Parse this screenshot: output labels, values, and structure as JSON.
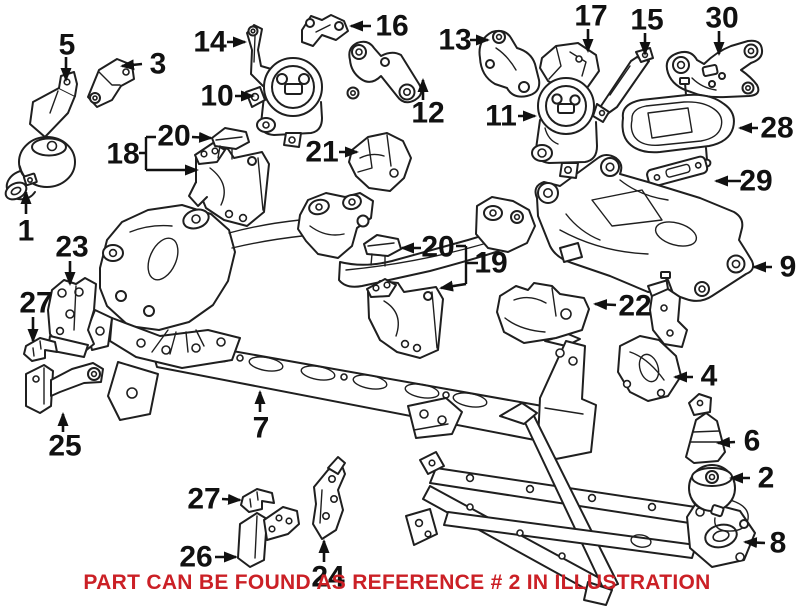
{
  "note": {
    "text": "PART CAN BE FOUND AS REFERENCE # 2 IN ILLUSTRATION",
    "color": "#cb2026"
  },
  "diagram": {
    "background": "#ffffff",
    "line_color": "#1f1f1f",
    "label_color": "#111111",
    "callouts": [
      {
        "label": "1"
      },
      {
        "label": "2"
      },
      {
        "label": "3"
      },
      {
        "label": "4"
      },
      {
        "label": "5"
      },
      {
        "label": "6"
      },
      {
        "label": "7"
      },
      {
        "label": "8"
      },
      {
        "label": "9"
      },
      {
        "label": "10"
      },
      {
        "label": "11"
      },
      {
        "label": "12"
      },
      {
        "label": "13"
      },
      {
        "label": "14"
      },
      {
        "label": "15"
      },
      {
        "label": "16"
      },
      {
        "label": "17"
      },
      {
        "label": "18"
      },
      {
        "label": "19"
      },
      {
        "label": "20"
      },
      {
        "label": "20"
      },
      {
        "label": "21"
      },
      {
        "label": "22"
      },
      {
        "label": "23"
      },
      {
        "label": "24"
      },
      {
        "label": "25"
      },
      {
        "label": "26"
      },
      {
        "label": "27"
      },
      {
        "label": "27"
      },
      {
        "label": "28"
      },
      {
        "label": "29"
      },
      {
        "label": "30"
      }
    ]
  }
}
